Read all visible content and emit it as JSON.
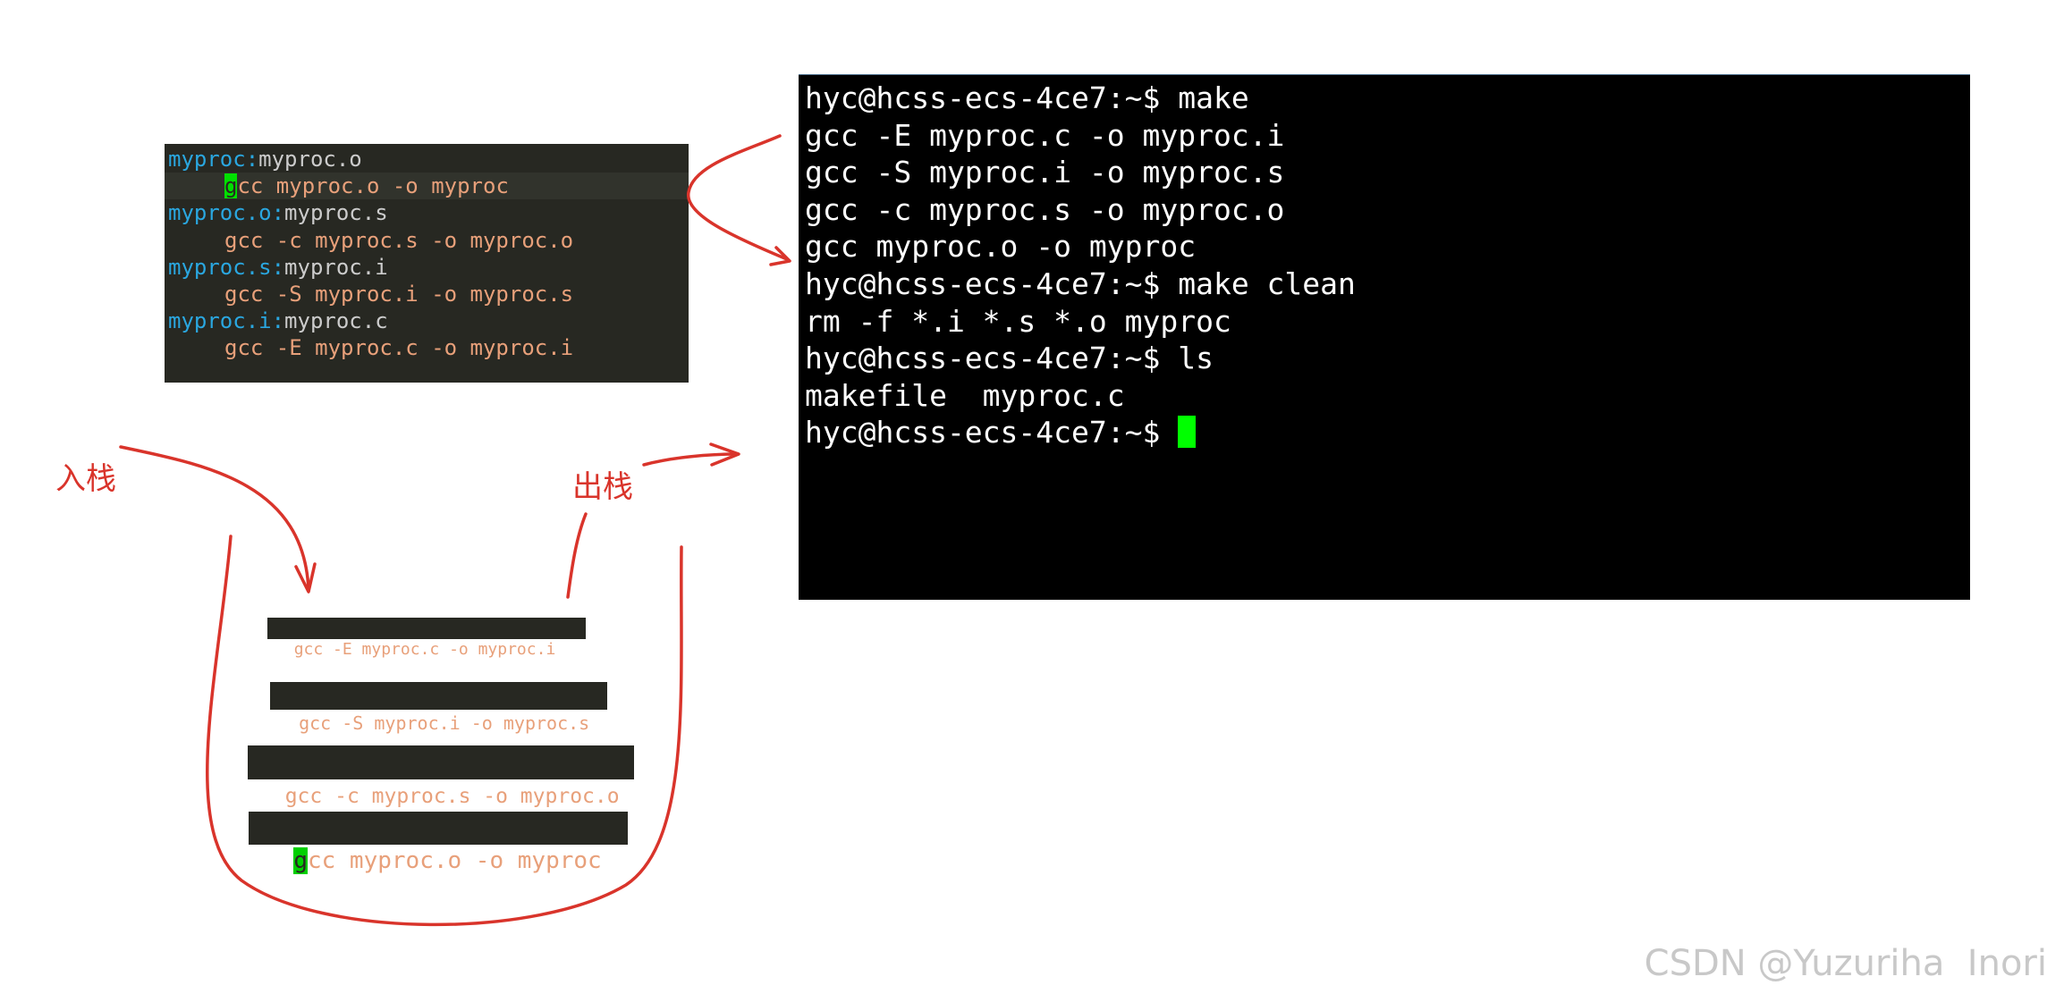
{
  "editor": {
    "lines": [
      {
        "target": "myproc",
        "colon": ":",
        "dep": "myproc.o"
      },
      {
        "cursor": "g",
        "cmd": "cc myproc.o -o myproc"
      },
      {
        "target": "myproc.o",
        "colon": ":",
        "dep": "myproc.s"
      },
      {
        "cmd": "gcc -c myproc.s -o myproc.o"
      },
      {
        "target": "myproc.s",
        "colon": ":",
        "dep": "myproc.i"
      },
      {
        "cmd": "gcc -S myproc.i -o myproc.s"
      },
      {
        "target": "myproc.i",
        "colon": ":",
        "dep": "myproc.c"
      },
      {
        "cmd": "gcc -E myproc.c -o myproc.i"
      }
    ]
  },
  "terminal": {
    "lines": [
      "hyc@hcss-ecs-4ce7:~$ make",
      "gcc -E myproc.c -o myproc.i",
      "gcc -S myproc.i -o myproc.s",
      "gcc -c myproc.s -o myproc.o",
      "gcc myproc.o -o myproc",
      "hyc@hcss-ecs-4ce7:~$ make clean",
      "rm -f *.i *.s *.o myproc",
      "hyc@hcss-ecs-4ce7:~$ ls",
      "makefile  myproc.c",
      "hyc@hcss-ecs-4ce7:~$ "
    ]
  },
  "stack": {
    "items": [
      {
        "text": "gcc -E myproc.c -o myproc.i"
      },
      {
        "text": "gcc -S myproc.i -o myproc.s"
      },
      {
        "text": "gcc -c myproc.s -o myproc.o"
      },
      {
        "cursor": "g",
        "text": "cc myproc.o -o myproc"
      }
    ]
  },
  "labels": {
    "push": "入栈",
    "pop": "出栈"
  },
  "watermark": "CSDN @Yuzuriha  Inori",
  "colors": {
    "annotation": "#d9342b",
    "cursor": "#00ff00",
    "target": "#2aa7e0",
    "command": "#e8a07a"
  }
}
